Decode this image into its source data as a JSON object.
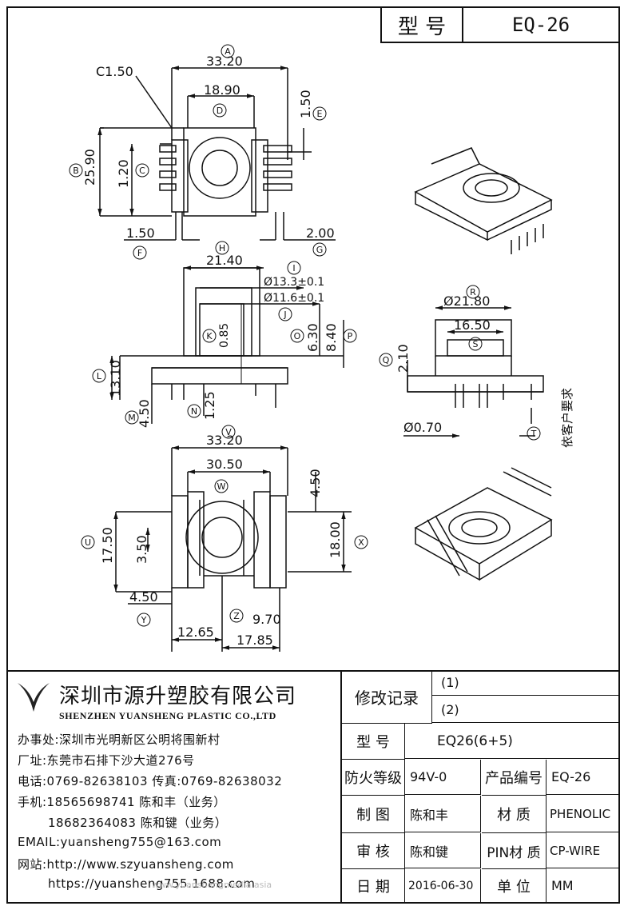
{
  "title_block": {
    "type_label": "型 号",
    "type_value": "EQ-26"
  },
  "dimensions": {
    "front": {
      "a": "33.20",
      "c150": "C1.50",
      "d": "18.90",
      "e": "1.50",
      "b": "25.90",
      "c": "1.20",
      "f": "1.50",
      "g": "2.00"
    },
    "side": {
      "h": "21.40",
      "i": "Ø13.3±0.1",
      "j": "Ø11.6±0.1",
      "k": "0.85",
      "o": "6.30",
      "p": "8.40",
      "l": "13.10",
      "m": "4.50",
      "n": "1.25"
    },
    "pin": {
      "r": "Ø21.80",
      "s": "16.50",
      "q": "2.10",
      "t": "Ø0.70",
      "note": "依客户要求"
    },
    "bottom": {
      "v": "33.20",
      "w": "30.50",
      "e450": "4.50",
      "u": "17.50",
      "x": "18.00",
      "y": "4.50",
      "x350": "3.50",
      "z": "9.70",
      "a1265": "12.65",
      "a1785": "17.85"
    }
  },
  "bubbles": {
    "a": "A",
    "b": "B",
    "c": "C",
    "d": "D",
    "e": "E",
    "f": "F",
    "g": "G",
    "h": "H",
    "i": "I",
    "j": "J",
    "k": "K",
    "l": "L",
    "m": "M",
    "n": "N",
    "o": "O",
    "p": "P",
    "q": "Q",
    "r": "R",
    "s": "S",
    "t": "T",
    "u": "U",
    "v": "V",
    "w": "W",
    "x": "X",
    "y": "Y",
    "z": "Z"
  },
  "company": {
    "name_cn": "深圳市源升塑胶有限公司",
    "name_en": "SHENZHEN YUANSHENG PLASTIC CO.,LTD",
    "office": "办事处:深圳市光明新区公明将围新村",
    "factory": "厂址:东莞市石排下沙大道276号",
    "phone": "电话:0769-82638103 传真:0769-82638032",
    "mobile1": "手机:18565698741 陈和丰（业务）",
    "mobile2": "18682364083 陈和键（业务）",
    "email": "EMAIL:yuansheng755@163.com",
    "web1": "网站:http://www.szyuansheng.com",
    "web2": "https://yuansheng755.1688.com"
  },
  "spec": {
    "revision_label": "修改记录",
    "rev1": "(1)",
    "rev2": "(2)",
    "model_label": "型  号",
    "model_value": "EQ26(6+5)",
    "fire_label": "防火等级",
    "fire_value": "94V-0",
    "product_no_label": "产品编号",
    "product_no_value": "EQ-26",
    "drawn_label": "制  图",
    "drawn_value": "陈和丰",
    "material_label": "材  质",
    "material_value": "PHENOLIC",
    "checked_label": "审  核",
    "checked_value": "陈和键",
    "pin_material_label": "PIN材 质",
    "pin_material_value": "CP-WIRE",
    "date_label": "日  期",
    "date_value": "2016-06-30",
    "unit_label": "单  位",
    "unit_value": "MM",
    "watermark": "www.yuanshengmedia.asia"
  }
}
